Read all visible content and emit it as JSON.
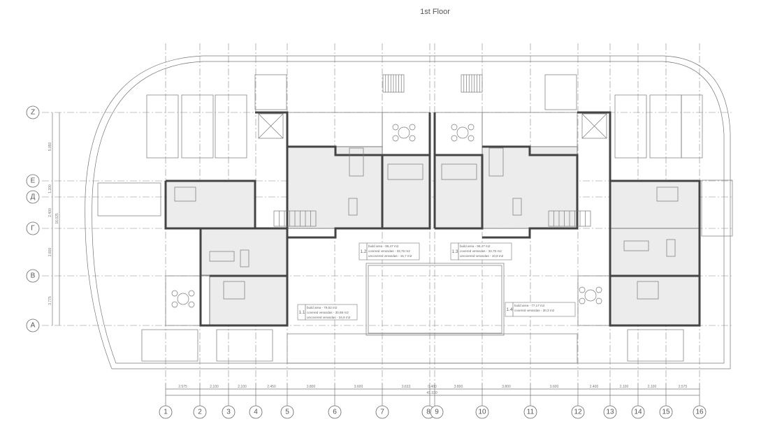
{
  "title": "1st Floor",
  "grid_columns": [
    "1",
    "2",
    "3",
    "4",
    "5",
    "6",
    "7",
    "8",
    "9",
    "10",
    "11",
    "12",
    "13",
    "14",
    "15",
    "16"
  ],
  "grid_rows": [
    "Z",
    "E",
    "Д",
    "Г",
    "B",
    "A"
  ],
  "column_dimensions": [
    "2.575",
    "2.100",
    "2.100",
    "2.450",
    "3.800",
    "3.600",
    "3.633",
    "0.400",
    "3.800",
    "3.800",
    "3.600",
    "2.400",
    "2.100",
    "2.100",
    "2.575"
  ],
  "column_total": "41.330",
  "row_dimensions": [
    "5.050",
    "1.200",
    "2.400",
    "3.600",
    "3.775"
  ],
  "row_total": "16.025",
  "apartments": [
    {
      "id": "1.1",
      "lines": [
        "build area - 79,52 m2",
        "covered verandas - 30,68 m2",
        "uncovered verandas - 34,6 m2"
      ]
    },
    {
      "id": "1.2",
      "lines": [
        "build area - 96,47 m2",
        "covered verandas - 33,75 m2",
        "uncovered verandas - 15,7 m2"
      ]
    },
    {
      "id": "1.3",
      "lines": [
        "build area - 96,47 m2",
        "covered verandas - 33,75 m2",
        "uncovered verandas - 10,8 m2"
      ]
    },
    {
      "id": "1.4",
      "lines": [
        "build area - 77,17 m2",
        "covered verandas - 30,3 m2"
      ]
    }
  ],
  "colors": {
    "wall": "#444444",
    "interior": "#ececec",
    "line": "#777777"
  }
}
